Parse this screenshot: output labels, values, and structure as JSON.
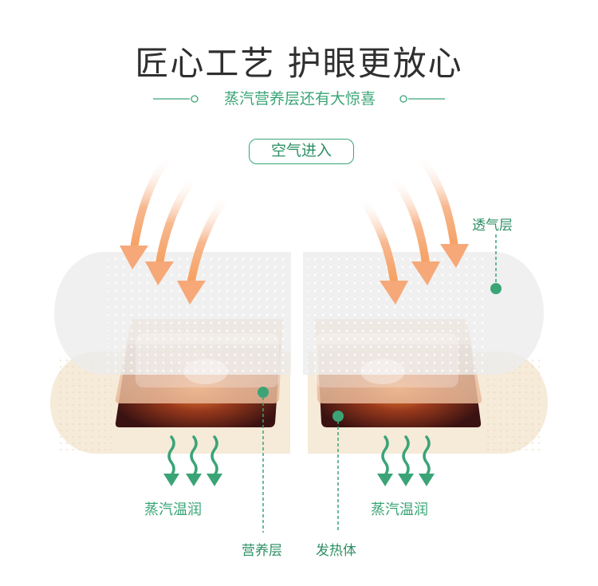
{
  "title": "匠心工艺 护眼更放心",
  "subtitle": "蒸汽营养层还有大惊喜",
  "air_in": "空气进入",
  "labels": {
    "breathable_layer": "透气层",
    "steam_left": "蒸汽温润",
    "steam_right": "蒸汽温润",
    "nutrition_layer": "营养层",
    "heating_body": "发热体"
  },
  "colors": {
    "accent_green": "#3aa477",
    "arrow_orange": "#f6a878",
    "pad_beige": "#f6ead8",
    "heater_dark": "#3a1212"
  }
}
